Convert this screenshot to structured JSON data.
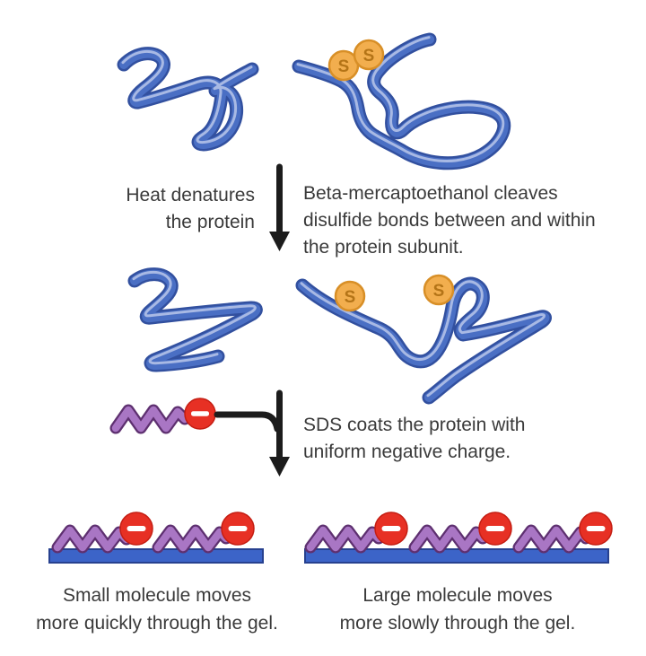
{
  "labels": {
    "heat": "Heat denatures\nthe protein",
    "beta_mercaptoethanol": "Beta-mercaptoethanol cleaves\ndisulfide bonds between and within\nthe protein subunit.",
    "sds": "SDS coats the protein with\nuniform negative charge.",
    "small_molecule": "Small molecule moves\nmore quickly through the gel.",
    "large_molecule": "Large molecule moves\nmore slowly through the gel.",
    "sulfur": "S"
  },
  "icons": {
    "disulfide_bond": "s-circle-icon",
    "negative_charge": "minus-circle-icon",
    "process_arrow": "down-arrow-icon"
  },
  "figures": {
    "folded_protein_disulfide_count": 2,
    "denatured_protein_disulfide_count": 2,
    "small_gel_charge_count": 2,
    "large_gel_charge_count": 3
  },
  "colors": {
    "background": "#ffffff",
    "ribbon_fill": "#4a6fc4",
    "ribbon_outline": "#32509f",
    "ribbon_highlight": "#b9c7ea",
    "sulfur_fill": "#f2ae4e",
    "sulfur_outline": "#d88f27",
    "sulfur_letter": "#b47417",
    "charge_fill": "#e73024",
    "charge_outline": "#c41d12",
    "charge_minus": "#ffffff",
    "sds_fill": "#a976c4",
    "sds_outline": "#5e3070",
    "gel_fill": "#3c64c8",
    "gel_outline": "#27418f",
    "arrow": "#1c1c1c",
    "text": "#3a3a3a"
  }
}
